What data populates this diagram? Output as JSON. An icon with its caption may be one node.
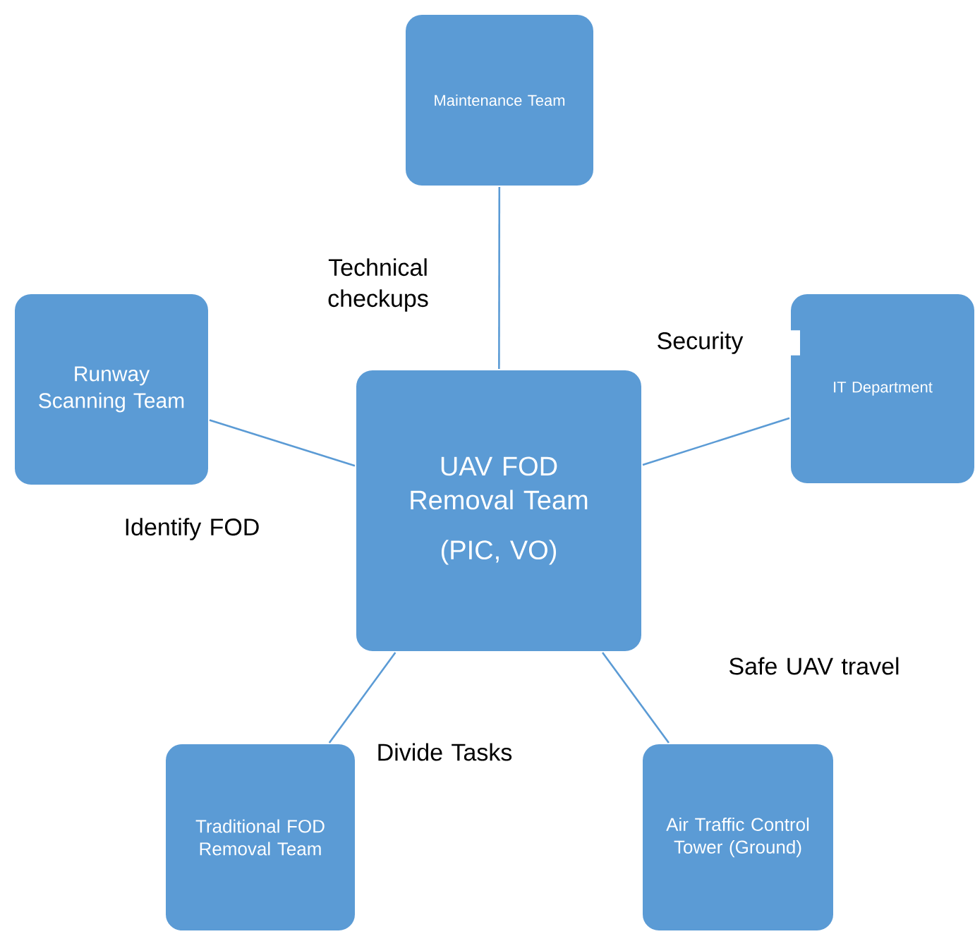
{
  "diagram": {
    "nodes": [
      {
        "text": [
          "UAV FOD Removal Team",
          "(PIC, VO)"
        ]
      },
      {
        "text": [
          "Maintenance Team"
        ]
      },
      {
        "text": [
          "Runway Scanning Team"
        ]
      },
      {
        "text": [
          "IT Department"
        ]
      },
      {
        "text": [
          "Traditional FOD Removal Team"
        ]
      },
      {
        "text": [
          "Air Traffic Control Tower (Ground)"
        ]
      }
    ],
    "edges": [
      {
        "from": 0,
        "to": 1,
        "arrow": "none",
        "label": "Technical checkups"
      },
      {
        "from": 0,
        "to": 2,
        "arrow": "none",
        "label": "Identify FOD"
      },
      {
        "from": 0,
        "to": 3,
        "arrow": "none",
        "label": "Security"
      },
      {
        "from": 0,
        "to": 4,
        "arrow": "none",
        "label": "Divide Tasks"
      },
      {
        "from": 0,
        "to": 5,
        "arrow": "none",
        "label": "Safe UAV travel"
      }
    ]
  }
}
